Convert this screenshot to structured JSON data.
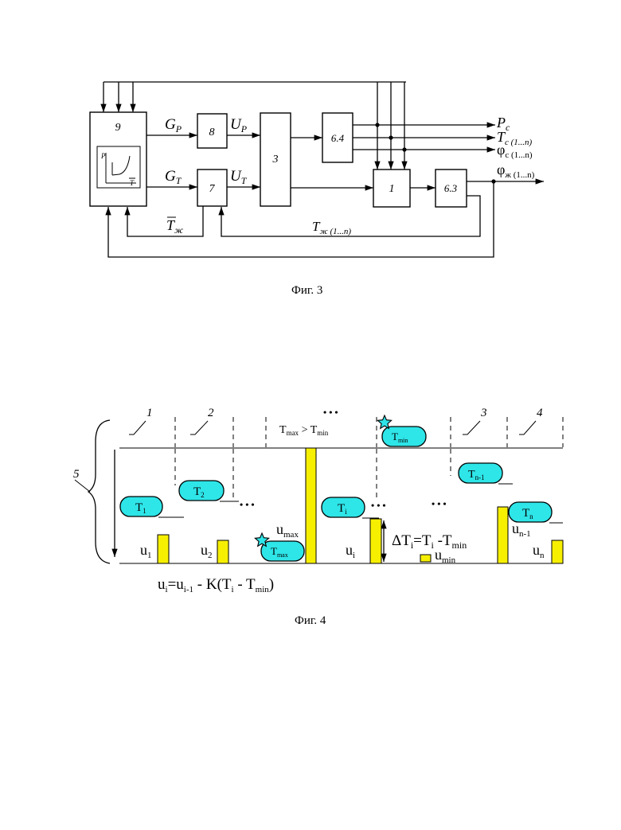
{
  "fig3": {
    "caption": "Фиг. 3",
    "blocks": {
      "b9": "9",
      "b8": "8",
      "b7": "7",
      "b3": "3",
      "b64": "6.4",
      "b1": "1",
      "b63": "6.3"
    },
    "inset": {
      "p": "P",
      "t": "T"
    },
    "signals": {
      "gp_main": "G",
      "gp_sub": "P",
      "gt_main": "G",
      "gt_sub": "T",
      "up_main": "U",
      "up_sub": "P",
      "ut_main": "U",
      "ut_sub": "T",
      "tzh_bar_main": "T",
      "tzh_bar_sub": "ж",
      "tzh_main": "T",
      "tzh_sub": "ж (1...n)",
      "pc_main": "P",
      "pc_sub": "с",
      "tc_main": "T",
      "tc_sub": "c (1...n)",
      "phic_main": "φ",
      "phic_sub": "c (1...n)",
      "phizh_main": "φ",
      "phizh_sub": "ж (1...n)"
    }
  },
  "fig4": {
    "caption": "Фиг. 4",
    "labels": {
      "l1": "1",
      "l2": "2",
      "l3": "3",
      "l4": "4",
      "l5": "5",
      "dots_top": "• • •"
    },
    "condition": {
      "t1": "T",
      "s1": "max",
      "op": " > T",
      "s2": "min"
    },
    "tokens": {
      "t1": {
        "main": "T",
        "sub": "1"
      },
      "t2": {
        "main": "T",
        "sub": "2"
      },
      "tmax": {
        "main": "T",
        "sub": "max"
      },
      "ti": {
        "main": "T",
        "sub": "i"
      },
      "tmin": {
        "main": "T",
        "sub": "min"
      },
      "tn1": {
        "main": "T",
        "sub": "n-1"
      },
      "tn": {
        "main": "T",
        "sub": "n"
      }
    },
    "bars": {
      "u1": {
        "main": "u",
        "sub": "1"
      },
      "u2": {
        "main": "u",
        "sub": "2"
      },
      "umax": {
        "main": "u",
        "sub": "max"
      },
      "ui": {
        "main": "u",
        "sub": "i"
      },
      "umin": {
        "main": "u",
        "sub": "min"
      },
      "un1": {
        "main": "u",
        "sub": "n-1"
      },
      "un": {
        "main": "u",
        "sub": "n"
      }
    },
    "delta": {
      "a": "ΔT",
      "b": "i",
      "c": "=T",
      "d": "i",
      "e": " -T",
      "f": "min"
    },
    "formula": {
      "a": "u",
      "b": "i",
      "c": "=u",
      "d": "i-1",
      "e": " - K(T",
      "f": "i",
      "g": " - T",
      "h": "min",
      "i": ")"
    },
    "ellipsis": "• • •"
  }
}
